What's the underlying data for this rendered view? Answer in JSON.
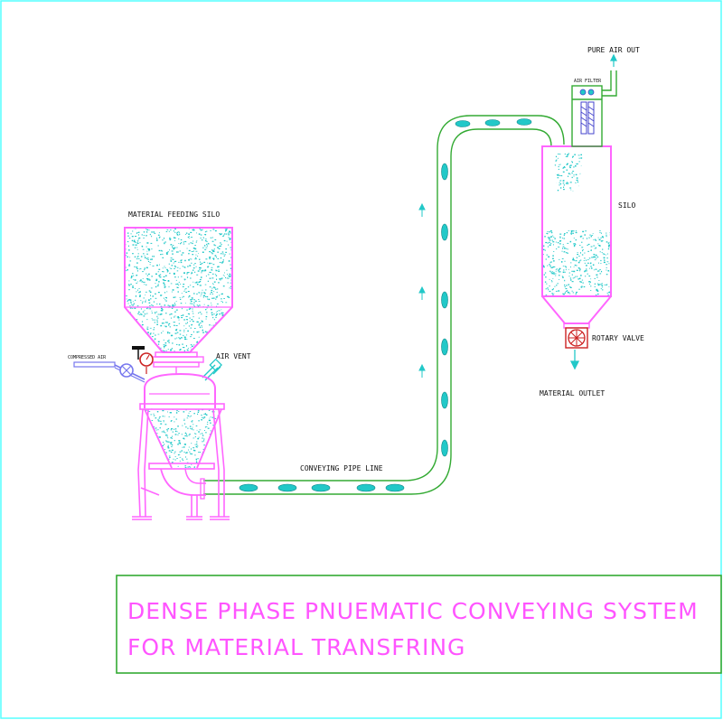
{
  "colors": {
    "frame": "#55ffff",
    "vessel": "#ff66ff",
    "pipe": "#33aa33",
    "material": "#22c8c8",
    "title_text": "#ff55ff",
    "title_border": "#33aa33",
    "gauge_red": "#cc2222",
    "label": "#111111"
  },
  "labels": {
    "material_feeding_silo": "MATERIAL FEEDING SILO",
    "compressed_air": "COMPRESSED AIR",
    "air_vent": "AIR VENT",
    "conveying_pipe_line": "CONVEYING PIPE LINE",
    "pure_air_out": "PURE AIR OUT",
    "air_filter": "AIR FILTER",
    "silo": "SILO",
    "rotary_valve": "ROTARY VALVE",
    "material_outlet": "MATERIAL OUTLET"
  },
  "title": {
    "line1": "DENSE PHASE PNUEMATIC CONVEYING SYSTEM",
    "line2": "FOR MATERIAL  TRANSFRING"
  },
  "icons": [
    "pressure-gauge-icon",
    "valve-handle-icon",
    "rotary-valve-icon",
    "flow-arrow-icon"
  ]
}
